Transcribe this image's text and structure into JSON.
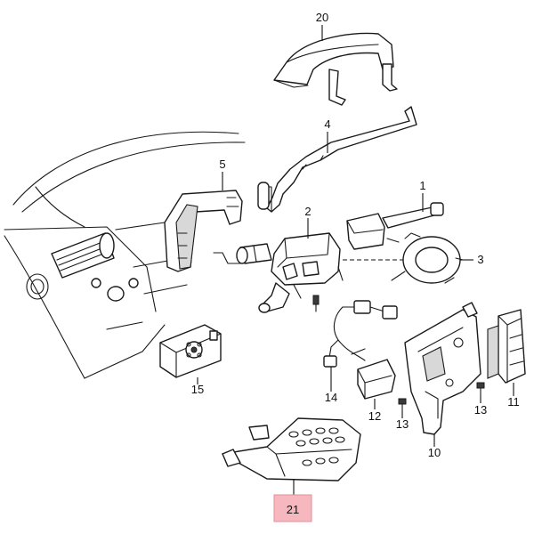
{
  "callouts": {
    "c1": "1",
    "c2": "2",
    "c3": "3",
    "c4": "4",
    "c5": "5",
    "c10": "10",
    "c11": "11",
    "c12": "12",
    "c13a": "13",
    "c13b": "13",
    "c14": "14",
    "c15": "15",
    "c20": "20",
    "c21": "21"
  },
  "colors": {
    "highlight": "#f7b7bf",
    "line": "#1a1a1a"
  }
}
